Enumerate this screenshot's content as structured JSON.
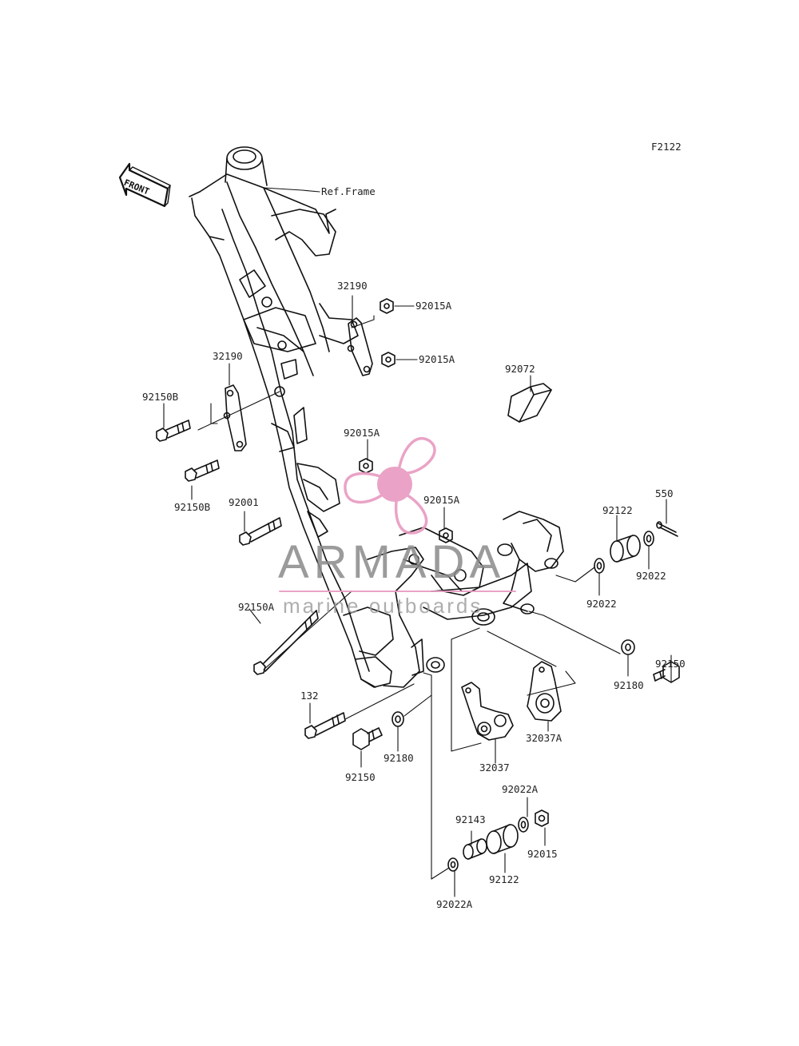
{
  "diagram_code": "F2122",
  "front_label": "FRONT",
  "frame_reference": "Ref.Frame",
  "watermark": {
    "brand": "ARMADA",
    "subtitle": "marine outboards",
    "accent_color": "#e89ac0",
    "text_color": "#8a8a8a"
  },
  "part_labels": {
    "p32190_top": "32190",
    "p92015A_1": "92015A",
    "p92015A_2": "92015A",
    "p32190_left": "32190",
    "p92150B_1": "92150B",
    "p92150B_2": "92150B",
    "p92072": "92072",
    "p92015A_3": "92015A",
    "p92015A_4": "92015A",
    "p92001": "92001",
    "p550": "550",
    "p92122_top": "92122",
    "p92022_right": "92022",
    "p92022_mid": "92022",
    "p92150A": "92150A",
    "p92150_right": "92150",
    "p92180_right": "92180",
    "p132": "132",
    "p92150_bottom": "92150",
    "p92180_bottom": "92180",
    "p32037": "32037",
    "p32037A": "32037A",
    "p92022A_top": "92022A",
    "p92143": "92143",
    "p92015": "92015",
    "p92122_bottom": "92122",
    "p92022A_bottom": "92022A"
  }
}
